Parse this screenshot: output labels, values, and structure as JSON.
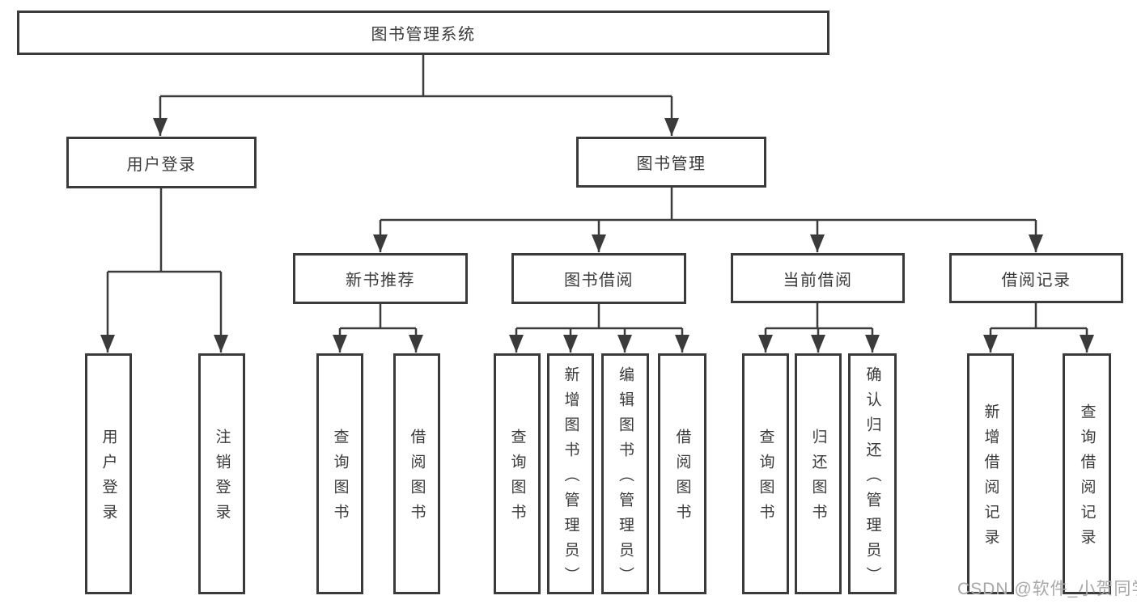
{
  "tree": {
    "root": "图书管理系统",
    "children": [
      {
        "label": "用户登录",
        "children": [
          {
            "label": "用户登录"
          },
          {
            "label": "注销登录"
          }
        ]
      },
      {
        "label": "图书管理",
        "children": [
          {
            "label": "新书推荐",
            "children": [
              {
                "label": "查询图书"
              },
              {
                "label": "借阅图书"
              }
            ]
          },
          {
            "label": "图书借阅",
            "children": [
              {
                "label": "查询图书"
              },
              {
                "label": "新增图书（管理员）"
              },
              {
                "label": "编辑图书（管理员）"
              },
              {
                "label": "借阅图书"
              }
            ]
          },
          {
            "label": "当前借阅",
            "children": [
              {
                "label": "查询图书"
              },
              {
                "label": "归还图书"
              },
              {
                "label": "确认归还（管理员）"
              }
            ]
          },
          {
            "label": "借阅记录",
            "children": [
              {
                "label": "新增借阅记录"
              },
              {
                "label": "查询借阅记录"
              }
            ]
          }
        ]
      }
    ]
  },
  "watermark": "CSDN @软件_小贺同学",
  "colors": {
    "line": "#3b3b3b",
    "box_border": "#3b3b3b",
    "text": "#3a3a3a",
    "watermark": "#a8a8a8",
    "background": "#ffffff"
  }
}
